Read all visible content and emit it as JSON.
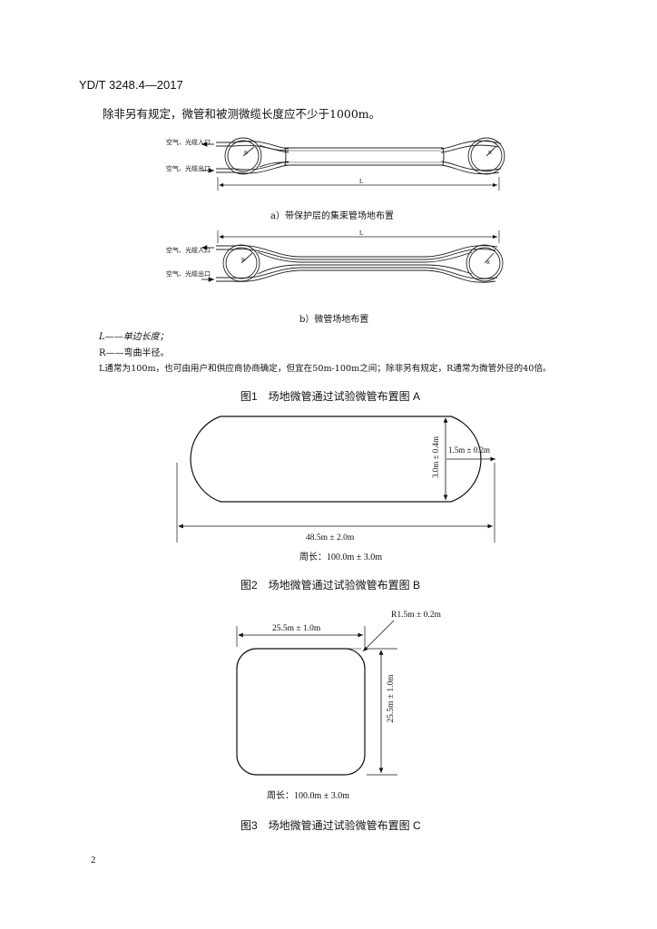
{
  "header": {
    "doc_code": "YD/T 3248.4—2017"
  },
  "intro_text": "除非另有规定，微管和被测微缆长度应不少于1000m。",
  "figure1": {
    "diagram_a": {
      "inlet_label": "空气、光缆入口",
      "outlet_label": "空气、光缆出口",
      "radius_label": "R",
      "length_label": "L",
      "caption": "a）带保护层的集束管场地布置"
    },
    "diagram_b": {
      "inlet_label": "空气、光缆入口",
      "outlet_label": "空气、光缆出口",
      "radius_label": "R",
      "length_label": "L",
      "caption": "b）微管场地布置"
    },
    "legend": {
      "l_def": "L——单边长度；",
      "r_def": "R——弯曲半径。",
      "note": "L通常为100m，也可由用户和供应商协商确定，但宜在50m-100m之间；除非另有规定，R通常为微管外径的40倍。"
    },
    "title": "图1　场地微管通过试验微管布置图 A"
  },
  "figure2": {
    "height_label": "3.0m ± 0.4m",
    "radius_label": "1.5m ± 0.2m",
    "length_label": "48.5m ± 2.0m",
    "perimeter_label": "周长：100.0m ± 3.0m",
    "title": "图2　场地微管通过试验微管布置图 B"
  },
  "figure3": {
    "radius_label": "R1.5m ± 0.2m",
    "width_label": "25.5m ± 1.0m",
    "height_label": "25.5m ± 1.0m",
    "perimeter_label": "周长：100.0m ± 3.0m",
    "title": "图3　场地微管通过试验微管布置图 C"
  },
  "footer": {
    "page_number": "2"
  }
}
